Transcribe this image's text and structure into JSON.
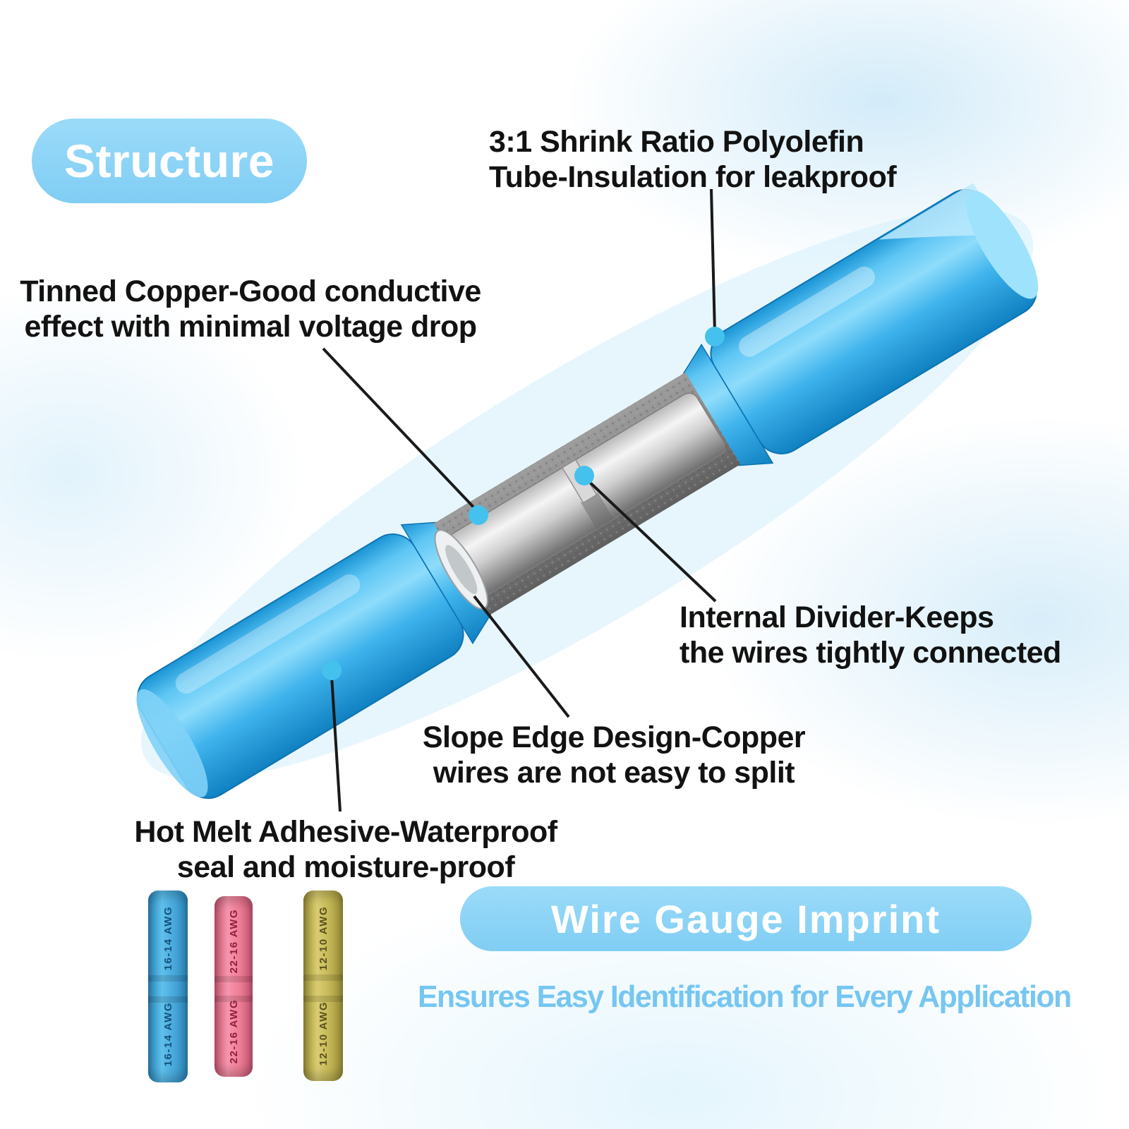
{
  "badges": {
    "structure": "Structure",
    "wire_gauge": "Wire Gauge Imprint"
  },
  "callouts": {
    "shrink": {
      "line1": "3:1 Shrink Ratio Polyolefin",
      "line2": "Tube-Insulation for leakproof"
    },
    "copper": {
      "line1": "Tinned Copper-Good conductive",
      "line2": "effect with minimal voltage drop"
    },
    "divider": {
      "line1": "Internal Divider-Keeps",
      "line2": "the wires tightly connected"
    },
    "slope": {
      "line1": "Slope Edge Design-Copper",
      "line2": "wires are not easy to split"
    },
    "adhesive": {
      "line1": "Hot Melt Adhesive-Waterproof",
      "line2": "seal and moisture-proof"
    }
  },
  "samples": [
    {
      "name": "blue connector",
      "gauge": "16-14 AWG",
      "body_color": "#49a8da",
      "text_color": "#14527e"
    },
    {
      "name": "red connector",
      "gauge": "22-16 AWG",
      "body_color": "#ee7e97",
      "text_color": "#8f1f3e"
    },
    {
      "name": "yellow connector",
      "gauge": "12-10 AWG",
      "body_color": "#c4b757",
      "text_color": "#5c511f"
    }
  ],
  "footer": {
    "tagline": "Ensures Easy Identification for Every Application"
  },
  "colors": {
    "badge_blue": "#8ad3f6",
    "tube_blue": "#29a8e8",
    "callout_dot_blue": "#45c1ee",
    "tagline_blue": "#76c6f2",
    "barrel_silver": "#cfcfcf"
  }
}
